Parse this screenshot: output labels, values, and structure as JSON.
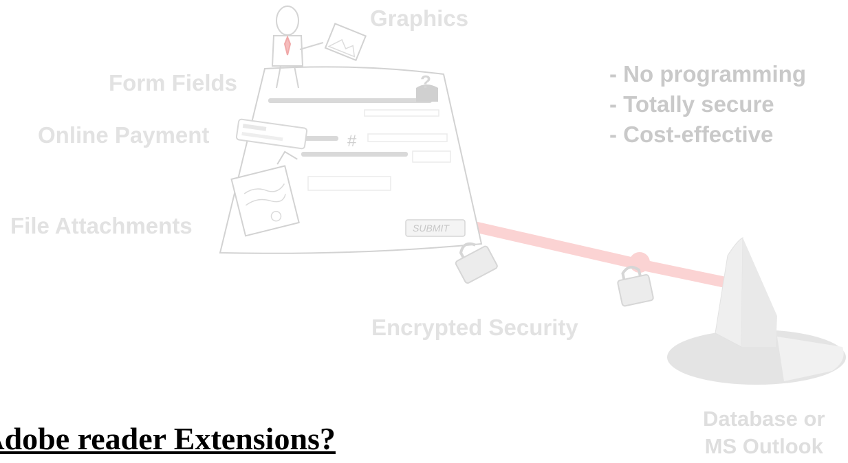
{
  "labels": {
    "graphics": "Graphics",
    "form_fields": "Form Fields",
    "online_payment": "Online Payment",
    "file_attachments": "File Attachments",
    "encrypted_security": "Encrypted Security",
    "database_line1": "Database or",
    "database_line2": "MS Outlook"
  },
  "form": {
    "submit_label": "SUBMIT",
    "hash_symbol": "#",
    "question_symbol": "?"
  },
  "benefits": [
    "- No programming",
    "- Totally secure",
    "- Cost-effective"
  ],
  "heading": "e Adobe reader Extensions?",
  "colors": {
    "faded_text": "#e2e2e2",
    "benefit_text": "#c9c9c9",
    "connection_line": "#fbd3d3",
    "heading_text": "#000000"
  },
  "icons": [
    "person-icon",
    "picture-icon",
    "question-mark-icon",
    "credit-card-icon",
    "document-icon",
    "lock-icon",
    "database-server-icon"
  ]
}
